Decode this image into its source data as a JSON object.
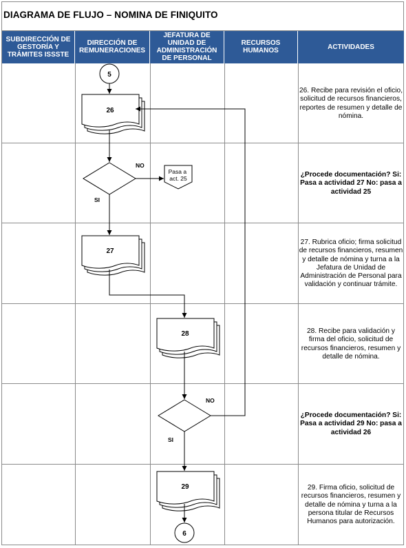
{
  "title": "DIAGRAMA DE FLUJO – NOMINA DE FINIQUITO",
  "columns": [
    "SUBDIRECCIÓN DE GESTORÍA Y TRÁMITES ISSSTE",
    "DIRECCIÓN DE REMUNERACIONES",
    "JEFATURA DE UNIDAD DE ADMINISTRACIÓN DE PERSONAL",
    "RECURSOS HUMANOS",
    "ACTIVIDADES"
  ],
  "colors": {
    "header_bg": "#2e5a97",
    "header_text": "#ffffff",
    "grid": "#8a8a8a"
  },
  "nodes": {
    "connector_start": "5",
    "doc_26": "26",
    "offpage_label": "Pasa a act. 25",
    "doc_27": "27",
    "doc_28": "28",
    "doc_29": "29",
    "connector_end": "6",
    "decision1_no": "NO",
    "decision1_si": "SI",
    "decision2_no": "NO",
    "decision2_si": "SI"
  },
  "activities": [
    "26. Recibe para revisión el oficio, solicitud de recursos financieros, reportes de resumen y detalle de nómina.",
    "¿Procede documentación? Si: Pasa a actividad 27 No: pasa a actividad 25",
    "27. Rubrica oficio; firma solicitud de recursos financieros, resumen y detalle de nómina y turna a la Jefatura de Unidad de Administración de Personal para validación y continuar trámite.",
    "28. Recibe para validación y firma del oficio, solicitud de recursos financieros, resumen y detalle de nómina.",
    "¿Procede documentación? Si: Pasa a actividad 29 No: pasa a actividad 26",
    "29. Firma oficio, solicitud de recursos financieros, resumen y detalle de nómina y turna a la persona titular de Recursos Humanos para autorización."
  ]
}
